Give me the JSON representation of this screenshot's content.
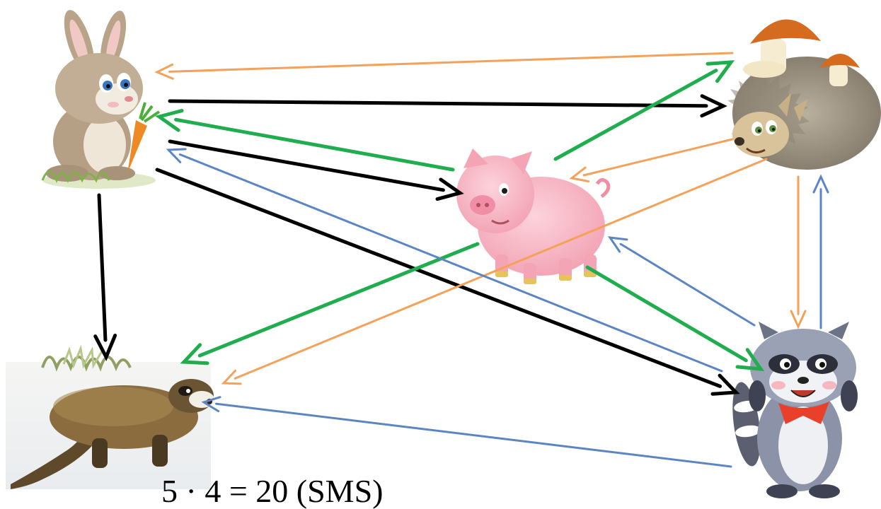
{
  "caption": "5 · 4 = 20 (SMS)",
  "nodes": [
    {
      "id": "rabbit",
      "name": "rabbit"
    },
    {
      "id": "hedgehog",
      "name": "hedgehog with mushrooms"
    },
    {
      "id": "pig",
      "name": "pig"
    },
    {
      "id": "ferret",
      "name": "ferret"
    },
    {
      "id": "raccoon",
      "name": "raccoon"
    }
  ],
  "colors": {
    "rabbit": "#000000",
    "hedgehog": "#f4a15a",
    "pig": "#1fad4e",
    "raccoon": "#5b86c2"
  },
  "arrows": [
    {
      "from": "rabbit",
      "to": "hedgehog",
      "color": "rabbit"
    },
    {
      "from": "rabbit",
      "to": "pig",
      "color": "rabbit"
    },
    {
      "from": "rabbit",
      "to": "raccoon",
      "color": "rabbit"
    },
    {
      "from": "rabbit",
      "to": "ferret",
      "color": "rabbit"
    },
    {
      "from": "hedgehog",
      "to": "rabbit",
      "color": "hedgehog"
    },
    {
      "from": "hedgehog",
      "to": "pig",
      "color": "hedgehog"
    },
    {
      "from": "hedgehog",
      "to": "ferret",
      "color": "hedgehog"
    },
    {
      "from": "hedgehog",
      "to": "raccoon",
      "color": "hedgehog"
    },
    {
      "from": "pig",
      "to": "rabbit",
      "color": "pig"
    },
    {
      "from": "pig",
      "to": "hedgehog",
      "color": "pig"
    },
    {
      "from": "pig",
      "to": "ferret",
      "color": "pig"
    },
    {
      "from": "pig",
      "to": "raccoon",
      "color": "pig"
    },
    {
      "from": "raccoon",
      "to": "rabbit",
      "color": "raccoon"
    },
    {
      "from": "raccoon",
      "to": "pig",
      "color": "raccoon"
    },
    {
      "from": "raccoon",
      "to": "ferret",
      "color": "raccoon"
    },
    {
      "from": "raccoon",
      "to": "hedgehog",
      "color": "raccoon"
    }
  ]
}
